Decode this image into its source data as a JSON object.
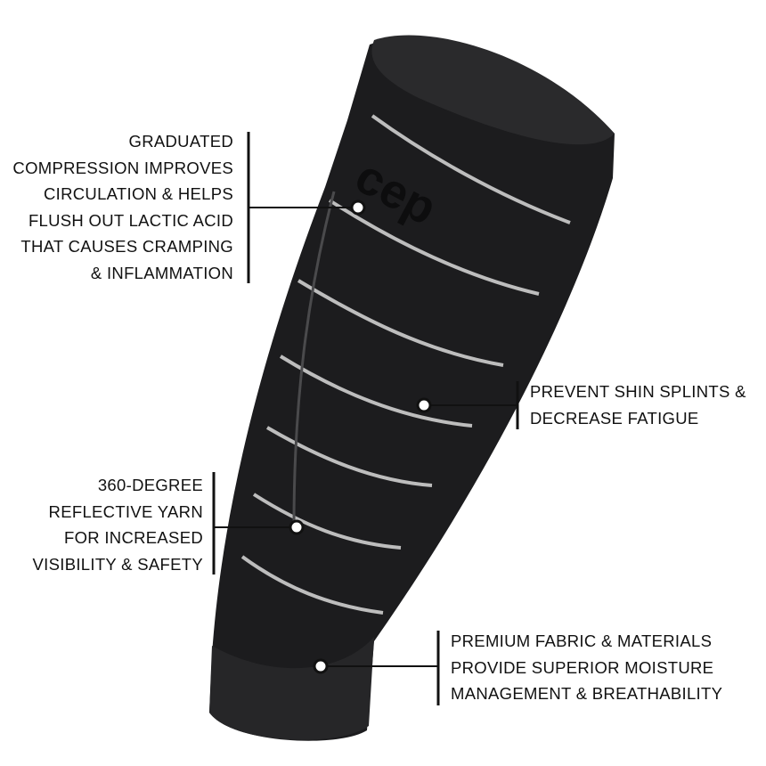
{
  "product": {
    "logo_text": "cep",
    "sleeve_color": "#1c1c1e",
    "stripe_color": "#bdbdbd"
  },
  "callouts": [
    {
      "lines": [
        "GRADUATED",
        "COMPRESSION IMPROVES",
        "CIRCULATION & HELPS",
        "FLUSH OUT LACTIC ACID",
        "THAT CAUSES CRAMPING",
        "& INFLAMMATION"
      ]
    },
    {
      "lines": [
        "PREVENT SHIN SPLINTS &",
        "DECREASE FATIGUE"
      ]
    },
    {
      "lines": [
        "360-DEGREE",
        "REFLECTIVE YARN",
        "FOR INCREASED",
        "VISIBILITY & SAFETY"
      ]
    },
    {
      "lines": [
        "PREMIUM FABRIC & MATERIALS",
        "PROVIDE SUPERIOR MOISTURE",
        "MANAGEMENT & BREATHABILITY"
      ]
    }
  ]
}
